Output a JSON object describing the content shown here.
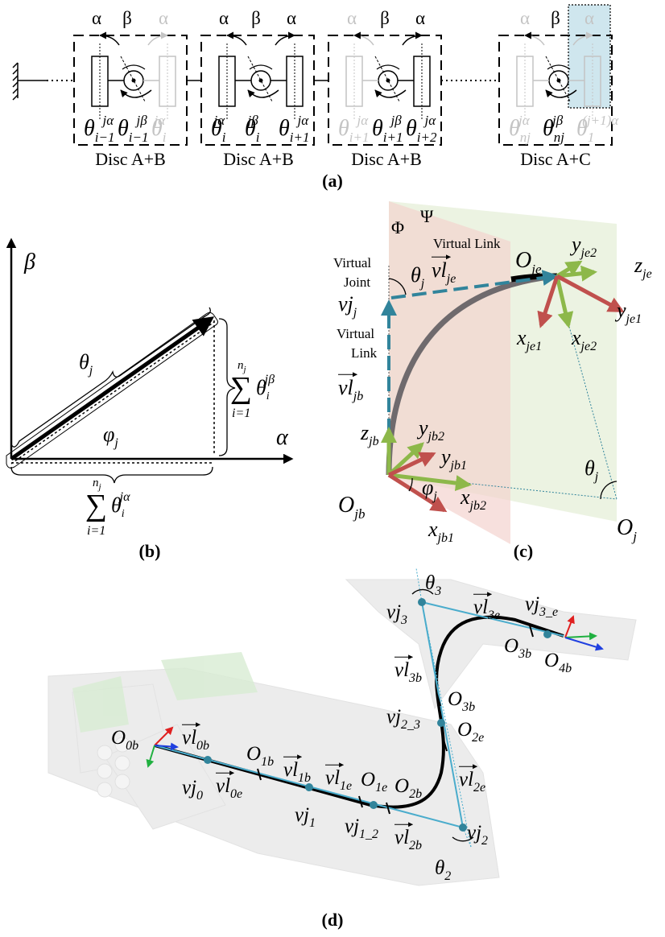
{
  "panel_a": {
    "caption": "(a)",
    "top_labels": {
      "d1": [
        "α",
        "β",
        "α"
      ],
      "d2": [
        "α",
        "β",
        "α"
      ],
      "d3": [
        "α",
        "β",
        "α"
      ],
      "d4": [
        "α",
        "β",
        "α"
      ]
    },
    "disc_labels": [
      "Disc A+B",
      "Disc A+B",
      "Disc A+B",
      "Disc A+C"
    ],
    "joint_labels": {
      "d1": [
        {
          "main": "θ",
          "sub": "i−1",
          "sup": "jα"
        },
        {
          "main": "θ",
          "sub": "i−1",
          "sup": "jβ"
        },
        {
          "main": "θ",
          "sub": "i",
          "sup": "jα"
        }
      ],
      "d2": [
        {
          "main": "θ",
          "sub": "i",
          "sup": "jα"
        },
        {
          "main": "θ",
          "sub": "i",
          "sup": "jβ"
        },
        {
          "main": "θ",
          "sub": "i+1",
          "sup": "jα"
        }
      ],
      "d3": [
        {
          "main": "θ",
          "sub": "i+1",
          "sup": "jα"
        },
        {
          "main": "θ",
          "sub": "i+1",
          "sup": "jβ"
        },
        {
          "main": "θ",
          "sub": "i+2",
          "sup": "jα"
        }
      ],
      "d4": [
        {
          "main": "θ",
          "sub": "nj",
          "sup": "jα"
        },
        {
          "main": "θ",
          "sub": "nj",
          "sup": "jβ"
        },
        {
          "main": "θ",
          "sub": "1",
          "sup": "(j+1)α"
        }
      ]
    },
    "colors": {
      "faded": "#c4c4c4",
      "highlight": "#cfe6ee"
    }
  },
  "panel_b": {
    "caption": "(b)",
    "axis_y": "β",
    "axis_x": "α",
    "theta": {
      "main": "θ",
      "sub": "j"
    },
    "phi": {
      "main": "φ",
      "sub": "j"
    },
    "sum_beta": {
      "sym": "∑",
      "upper": "n",
      "upper_sub": "j",
      "lower": "i=1",
      "term": "θ",
      "term_sub": "i",
      "term_sup": "jβ"
    },
    "sum_alpha": {
      "sym": "∑",
      "upper": "n",
      "upper_sub": "j",
      "lower": "i=1",
      "term": "θ",
      "term_sub": "i",
      "term_sup": "jα"
    }
  },
  "panel_c": {
    "caption": "(c)",
    "plane_phi": "Φ",
    "plane_psi": "Ψ",
    "virtual_link_top": "Virtual Link",
    "virtual_joint": [
      "Virtual",
      "Joint"
    ],
    "virtual_link_left": [
      "Virtual",
      "Link"
    ],
    "labels": {
      "vl_je": {
        "main": "vl",
        "sub": "je"
      },
      "vl_jb": {
        "main": "vl",
        "sub": "jb"
      },
      "vj_j": {
        "main": "vj",
        "sub": "j"
      },
      "theta_j_top": {
        "main": "θ",
        "sub": "j"
      },
      "theta_j_right": {
        "main": "θ",
        "sub": "j"
      },
      "O_je": {
        "main": "O",
        "sub": "je"
      },
      "O_jb": {
        "main": "O",
        "sub": "jb"
      },
      "O_j": {
        "main": "O",
        "sub": "j"
      },
      "y_je2": {
        "main": "y",
        "sub": "je2"
      },
      "z_je": {
        "main": "z",
        "sub": "je"
      },
      "y_je1": {
        "main": "y",
        "sub": "je1"
      },
      "x_je1": {
        "main": "x",
        "sub": "je1"
      },
      "x_je2": {
        "main": "x",
        "sub": "je2"
      },
      "z_jb": {
        "main": "z",
        "sub": "jb"
      },
      "y_jb2": {
        "main": "y",
        "sub": "jb2"
      },
      "y_jb1": {
        "main": "y",
        "sub": "jb1"
      },
      "phi_j": {
        "main": "φ",
        "sub": "j"
      },
      "x_jb2": {
        "main": "x",
        "sub": "jb2"
      },
      "x_jb1": {
        "main": "x",
        "sub": "jb1"
      }
    },
    "colors": {
      "green": "#8db84a",
      "red": "#c0504d",
      "teal": "#31849b",
      "gray": "#6f6a6d",
      "pink": "#f4d3cf",
      "lightgreen": "#e6efd8"
    }
  },
  "panel_d": {
    "caption": "(d)",
    "labels": {
      "O_0b": {
        "main": "O",
        "sub": "0b"
      },
      "vl_0b": {
        "main": "vl",
        "sub": "0b"
      },
      "O_1b": {
        "main": "O",
        "sub": "1b"
      },
      "vl_1b": {
        "main": "vl",
        "sub": "1b"
      },
      "vl_1e": {
        "main": "vl",
        "sub": "1e"
      },
      "O_1e": {
        "main": "O",
        "sub": "1e"
      },
      "O_2b": {
        "main": "O",
        "sub": "2b"
      },
      "vj_0": {
        "main": "vj",
        "sub": "0"
      },
      "vl_0e": {
        "main": "vl",
        "sub": "0e"
      },
      "vj_1": {
        "main": "vj",
        "sub": "1"
      },
      "vj_1_2": {
        "main": "vj",
        "sub": "1_2"
      },
      "vl_2b": {
        "main": "vl",
        "sub": "2b"
      },
      "theta_2": {
        "main": "θ",
        "sub": "2"
      },
      "vj_2": {
        "main": "vj",
        "sub": "2"
      },
      "vl_2e": {
        "main": "vl",
        "sub": "2e"
      },
      "O_2e": {
        "main": "O",
        "sub": "2e"
      },
      "vj_2_3": {
        "main": "vj",
        "sub": "2_3"
      },
      "O_3b_mid": {
        "main": "O",
        "sub": "3b"
      },
      "vl_3b": {
        "main": "vl",
        "sub": "3b"
      },
      "vj_3": {
        "main": "vj",
        "sub": "3"
      },
      "theta_3": {
        "main": "θ",
        "sub": "3"
      },
      "vl_3e": {
        "main": "vl",
        "sub": "3e"
      },
      "vj_3_e": {
        "main": "vj",
        "sub": "3_e"
      },
      "O_3b_top": {
        "main": "O",
        "sub": "3b"
      },
      "O_4b": {
        "main": "O",
        "sub": "4b"
      }
    },
    "colors": {
      "line": "#4aaccc",
      "node": "#31849b",
      "body": "#ececec"
    }
  }
}
